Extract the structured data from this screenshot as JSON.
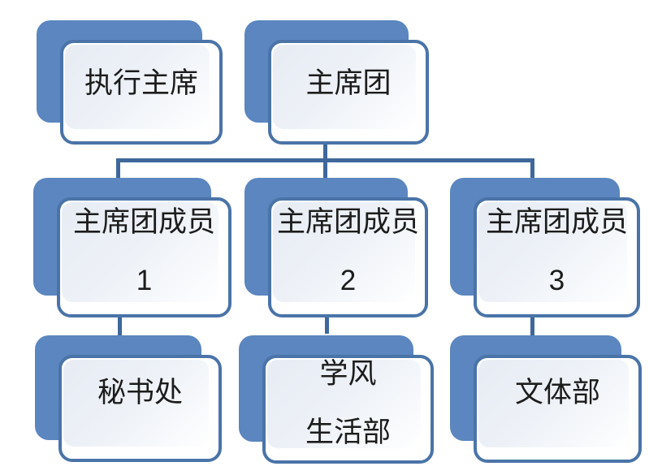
{
  "diagram": {
    "type": "org-chart",
    "nodes": [
      {
        "id": "executive-chair",
        "lines": [
          "执行主席"
        ]
      },
      {
        "id": "presidium",
        "lines": [
          "主席团"
        ]
      },
      {
        "id": "presidium-member-1",
        "lines": [
          "主席团成员",
          "1"
        ]
      },
      {
        "id": "presidium-member-2",
        "lines": [
          "主席团成员",
          "2"
        ]
      },
      {
        "id": "presidium-member-3",
        "lines": [
          "主席团成员",
          "3"
        ]
      },
      {
        "id": "secretariat",
        "lines": [
          "秘书处"
        ]
      },
      {
        "id": "study-style-life-dept",
        "lines": [
          "学风",
          "生活部"
        ]
      },
      {
        "id": "culture-sports-dept",
        "lines": [
          "文体部"
        ]
      }
    ],
    "edges": [
      {
        "from": "presidium",
        "to": "presidium-member-1"
      },
      {
        "from": "presidium",
        "to": "presidium-member-2"
      },
      {
        "from": "presidium",
        "to": "presidium-member-3"
      },
      {
        "from": "presidium-member-1",
        "to": "secretariat"
      },
      {
        "from": "presidium-member-2",
        "to": "study-style-life-dept"
      },
      {
        "from": "presidium-member-3",
        "to": "culture-sports-dept"
      }
    ],
    "colors": {
      "card_back": "#5b86bf",
      "card_border": "#4a74a8",
      "card_fill": "#e9eef5",
      "connector": "#3e689c",
      "text": "#1c1c1c",
      "background": "#ffffff"
    }
  }
}
